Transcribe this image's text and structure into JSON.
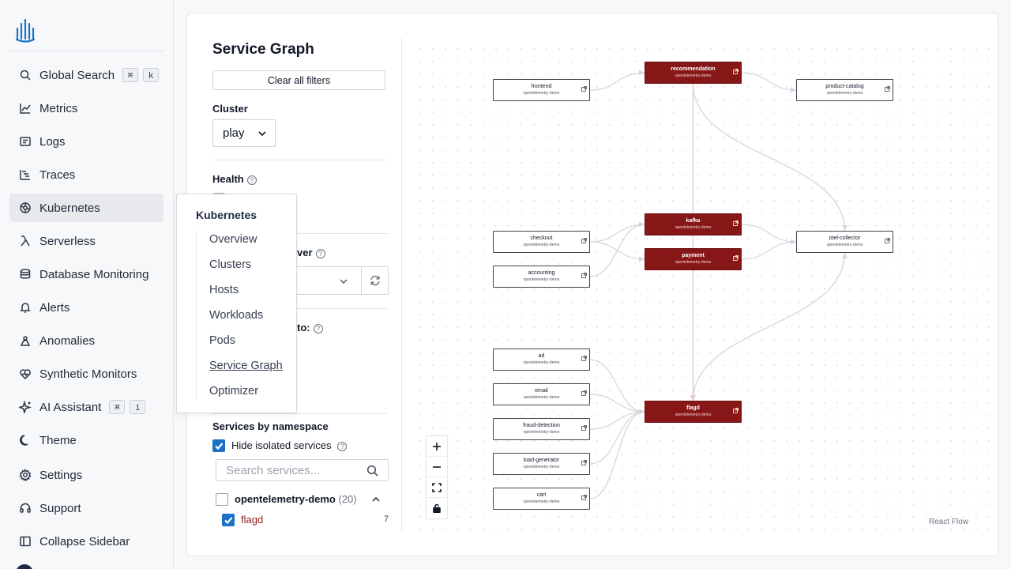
{
  "sidebar": {
    "logo": "logo-icon",
    "items": [
      {
        "label": "Global Search",
        "icon": "search-icon",
        "shortcut": [
          "⌘",
          "k"
        ]
      },
      {
        "label": "Metrics",
        "icon": "chart-line-icon"
      },
      {
        "label": "Logs",
        "icon": "logs-icon"
      },
      {
        "label": "Traces",
        "icon": "traces-icon"
      },
      {
        "label": "Kubernetes",
        "icon": "kubernetes-icon",
        "active": true
      },
      {
        "label": "Serverless",
        "icon": "lambda-icon"
      },
      {
        "label": "Database Monitoring",
        "icon": "database-icon"
      },
      {
        "label": "Alerts",
        "icon": "bell-icon"
      },
      {
        "label": "Anomalies",
        "icon": "anomaly-icon"
      },
      {
        "label": "Synthetic Monitors",
        "icon": "heart-pulse-icon"
      },
      {
        "label": "AI Assistant",
        "icon": "sparkle-icon",
        "shortcut": [
          "⌘",
          "i"
        ]
      },
      {
        "label": "Theme",
        "icon": "moon-icon"
      },
      {
        "label": "Settings",
        "icon": "gear-icon"
      },
      {
        "label": "Support",
        "icon": "headset-icon"
      },
      {
        "label": "Collapse Sidebar",
        "icon": "collapse-icon"
      }
    ]
  },
  "popover": {
    "title": "Kubernetes",
    "items": [
      "Overview",
      "Clusters",
      "Hosts",
      "Workloads",
      "Pods",
      "Service Graph",
      "Optimizer"
    ],
    "current": "Service Graph"
  },
  "filters": {
    "title": "Service Graph",
    "clear_label": "Clear all filters",
    "cluster_label": "Cluster",
    "cluster_value": "play",
    "health_label": "Health",
    "ns_label_partial": "ver",
    "connected_label_partial": "to:",
    "services_label": "Services by namespace",
    "hide_isolated_label": "Hide isolated services",
    "hide_isolated_checked": true,
    "search_placeholder": "Search services...",
    "namespace": {
      "name": "opentelemetry-demo",
      "count": "(20)",
      "checked": false
    },
    "services": [
      {
        "name": "flagd",
        "count": "7",
        "checked": true
      }
    ]
  },
  "graph": {
    "namespace": "opentelemetry-demo",
    "hot_color": "#871616",
    "nodes": [
      {
        "id": "frontend",
        "name": "frontend",
        "hot": false
      },
      {
        "id": "recommendation",
        "name": "recommendation",
        "hot": true
      },
      {
        "id": "product-catalog",
        "name": "product-catalog",
        "hot": false
      },
      {
        "id": "checkout",
        "name": "checkout",
        "hot": false
      },
      {
        "id": "accounting",
        "name": "accounting",
        "hot": false
      },
      {
        "id": "kafka",
        "name": "kafka",
        "hot": true
      },
      {
        "id": "payment",
        "name": "payment",
        "hot": true
      },
      {
        "id": "otel-collector",
        "name": "otel-collector",
        "hot": false
      },
      {
        "id": "ad",
        "name": "ad",
        "hot": false
      },
      {
        "id": "email",
        "name": "email",
        "hot": false
      },
      {
        "id": "fraud-detection",
        "name": "fraud-detection",
        "hot": false
      },
      {
        "id": "load-generator",
        "name": "load-generator",
        "hot": false
      },
      {
        "id": "cart",
        "name": "cart",
        "hot": false
      },
      {
        "id": "flagd",
        "name": "flagd",
        "hot": true
      }
    ],
    "attribution": "React Flow"
  },
  "controls": [
    "zoom-in-icon",
    "zoom-out-icon",
    "fit-view-icon",
    "lock-icon"
  ]
}
